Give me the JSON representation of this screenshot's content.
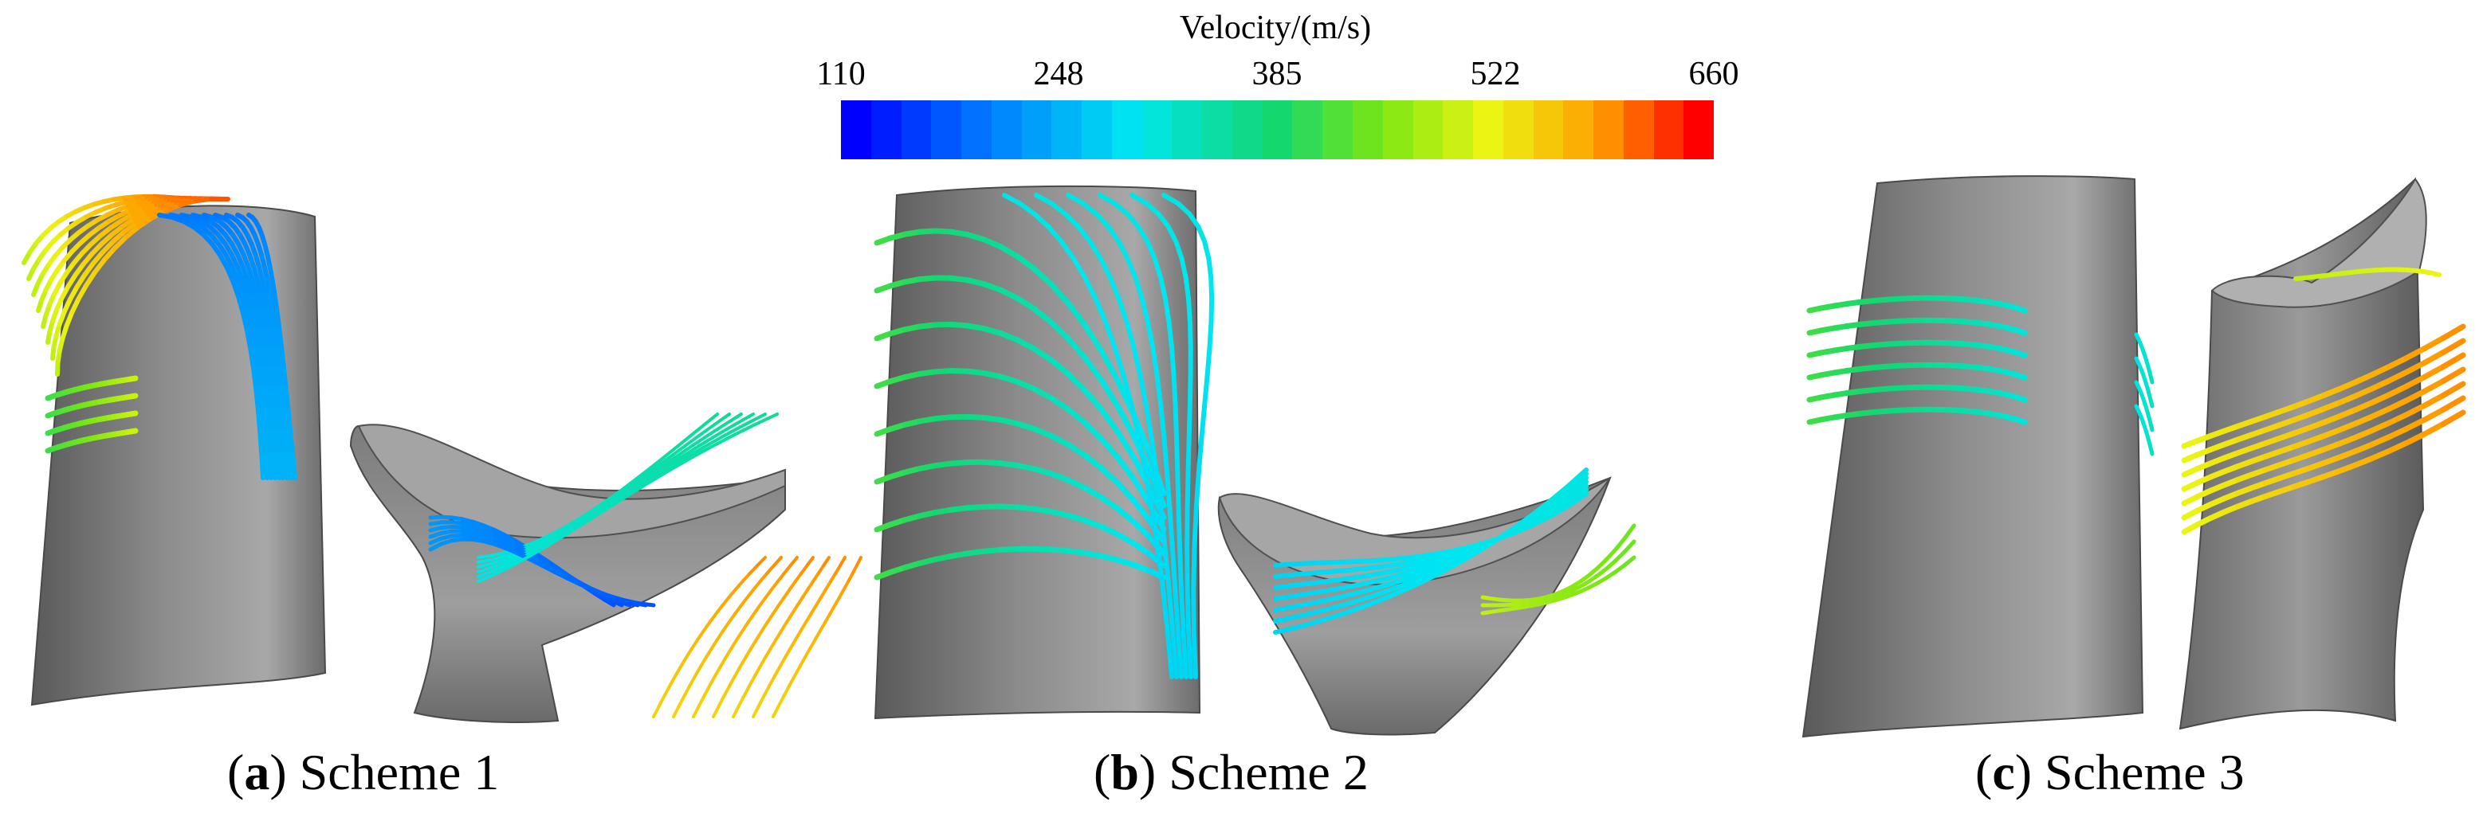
{
  "colorbar": {
    "title": "Velocity/(m/s)",
    "ticks": [
      "110",
      "248",
      "385",
      "522",
      "660"
    ],
    "min": 110,
    "max": 660
  },
  "panels": [
    {
      "letter": "a",
      "label": "Scheme 1"
    },
    {
      "letter": "b",
      "label": "Scheme 2"
    },
    {
      "letter": "c",
      "label": "Scheme 3"
    }
  ],
  "colors": {
    "blade_dark": "#5e5e5e",
    "blade_mid": "#8a8a8a",
    "blade_light": "#b4b4b4",
    "low_velocity": "#0000ff",
    "high_velocity": "#ff0000"
  }
}
